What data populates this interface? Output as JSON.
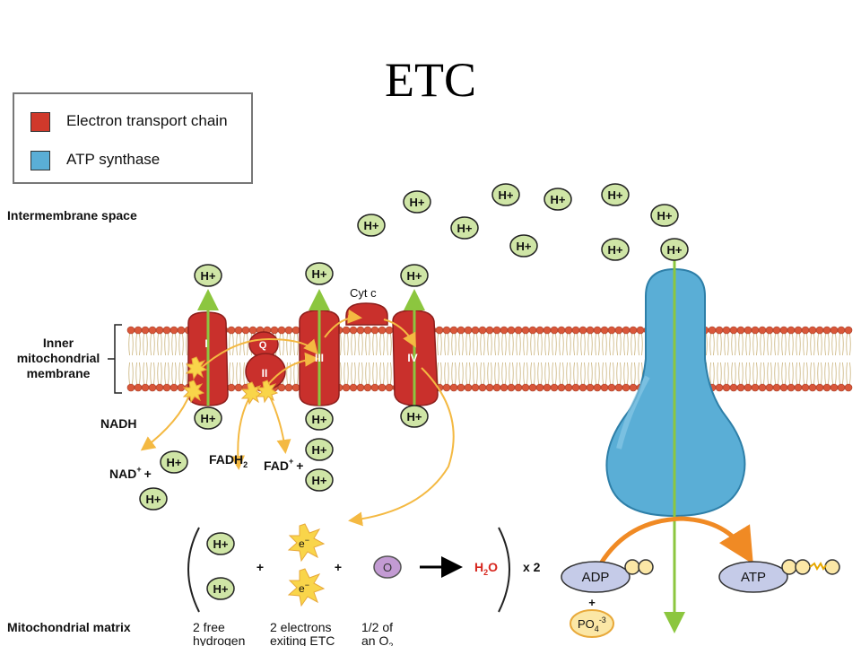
{
  "title": "ETC",
  "legend": {
    "items": [
      {
        "label": "Electron transport chain",
        "color": "#d0392b"
      },
      {
        "label": "ATP synthase",
        "color": "#5aaed6"
      }
    ]
  },
  "regions": {
    "intermembrane": "Intermembrane space",
    "inner_membrane": "Inner mitochondrial membrane",
    "inner_membrane_lines": [
      "Inner",
      "mitochondrial",
      "membrane"
    ],
    "matrix": "Mitochondrial matrix"
  },
  "labels": {
    "hplus": "H+",
    "nadh": "NADH",
    "nad_plus": "NAD",
    "fadh2": "FADH",
    "fad_plus": "FAD",
    "plus": "+",
    "cyt_c": "Cyt c",
    "complex_I": "I",
    "complex_II": "II",
    "complex_III": "III",
    "complex_IV": "IV",
    "complex_Q": "Q",
    "electron": "e",
    "oxygen": "O",
    "water": "H",
    "times_two": "x 2",
    "adp": "ADP",
    "atp": "ATP",
    "phosphate": "PO",
    "phosphate_charge": "-3"
  },
  "equation_captions": [
    [
      "2 free",
      "hydrogen"
    ],
    [
      "2 electrons",
      "exiting ETC"
    ],
    [
      "1/2 of",
      "an O"
    ]
  ],
  "colors": {
    "membrane_head": "#d9573a",
    "complex": "#c9302c",
    "atp_synthase": "#5aaed6",
    "hplus_fill": "#cfe5a6",
    "arrow_green": "#8cc63f",
    "electron_arrow": "#f4b942",
    "atp_arrow": "#f08a24"
  }
}
